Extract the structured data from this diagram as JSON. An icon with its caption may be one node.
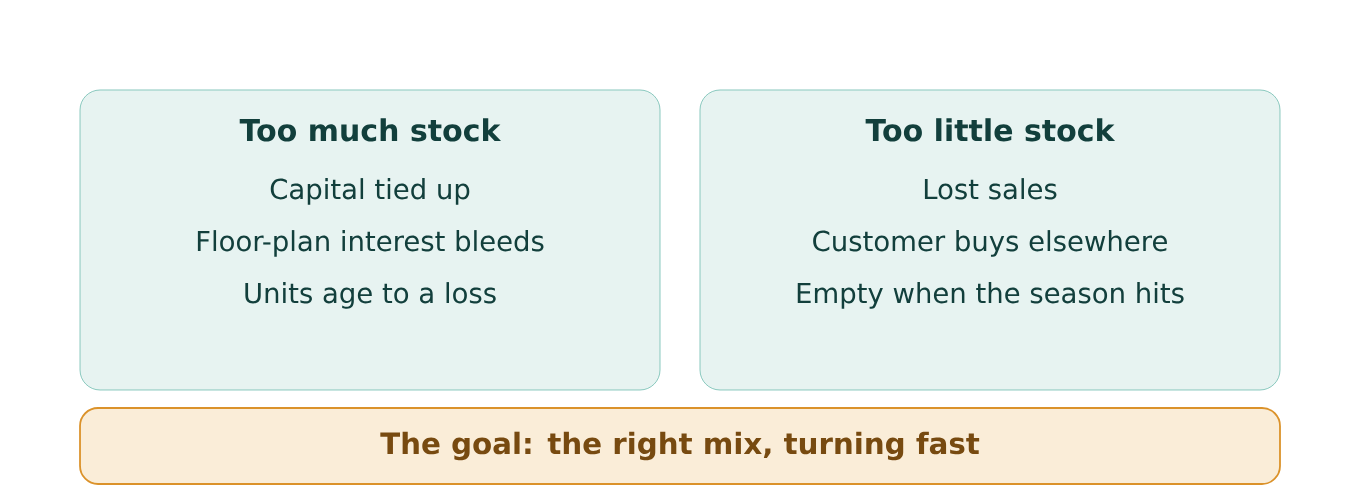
{
  "diagram": {
    "nodes": [
      {
        "text": [
          "Too much stock",
          "Capital tied up",
          "Floor-plan interest bleeds",
          "Units age to a loss"
        ]
      },
      {
        "text": [
          "Too little stock",
          "Lost sales",
          "Customer buys elsewhere",
          "Empty when the season hits"
        ]
      },
      {
        "text": [
          "The goal: the right mix, turning fast"
        ]
      }
    ]
  }
}
